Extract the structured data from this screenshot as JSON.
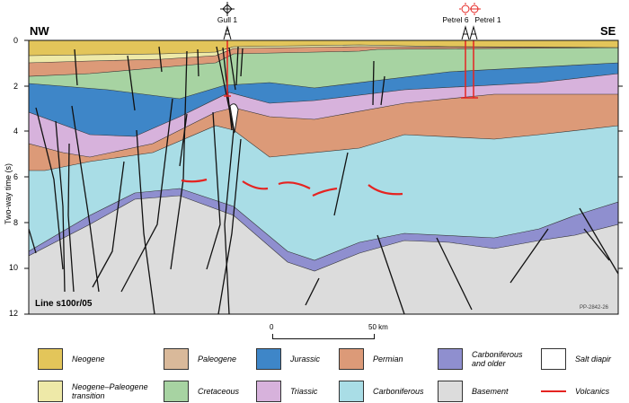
{
  "section": {
    "nw_label": "NW",
    "se_label": "SE",
    "y_axis_label": "Two-way time (s)",
    "y_ticks": [
      "0",
      "2",
      "4",
      "6",
      "8",
      "10",
      "12"
    ],
    "line_label": "Line s100r/05",
    "figure_code": "PP-2842-26"
  },
  "wells": [
    {
      "name": "Gull 1",
      "symbol": "dry-hole-icon"
    },
    {
      "name": "Petrel 6",
      "symbol": "gas-show-icon"
    },
    {
      "name": "Petrel 1",
      "symbol": "gas-show-icon"
    }
  ],
  "scale_bar": {
    "start": "0",
    "end": "50 km"
  },
  "legend": [
    {
      "label": "Neogene",
      "color": "#e3c55a"
    },
    {
      "label": "Paleogene",
      "color": "#d9b99a"
    },
    {
      "label": "Jurassic",
      "color": "#3e86c8"
    },
    {
      "label": "Permian",
      "color": "#dc9a78"
    },
    {
      "label": "Carboniferous and older",
      "color": "#8f8fcf"
    },
    {
      "label": "Salt diapir",
      "color": "#ffffff"
    },
    {
      "label": "Neogene–Paleogene transition",
      "color": "#eee9a8"
    },
    {
      "label": "Cretaceous",
      "color": "#a7d3a2"
    },
    {
      "label": "Triassic",
      "color": "#d7b2dc"
    },
    {
      "label": "Carboniferous",
      "color": "#a9dde6"
    },
    {
      "label": "Basement",
      "color": "#dcdcdc"
    },
    {
      "label": "Volcanics",
      "color": "#e52421"
    }
  ]
}
